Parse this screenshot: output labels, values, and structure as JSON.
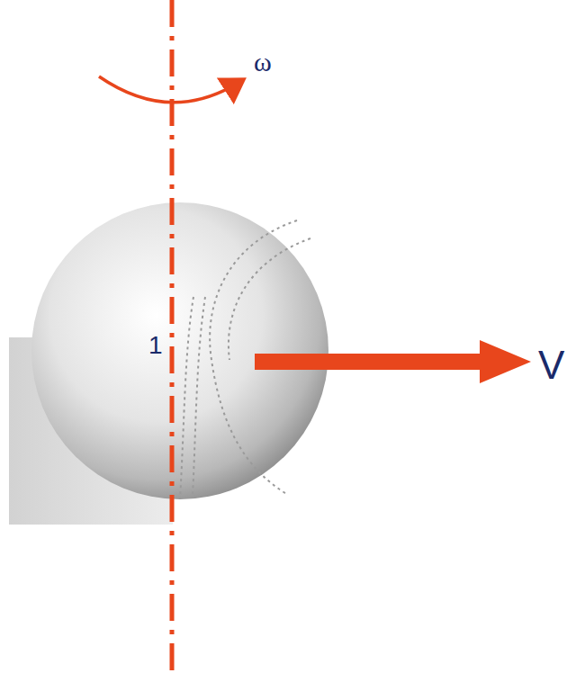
{
  "diagram": {
    "labels": [
      "ω",
      "1",
      "V"
    ]
  }
}
